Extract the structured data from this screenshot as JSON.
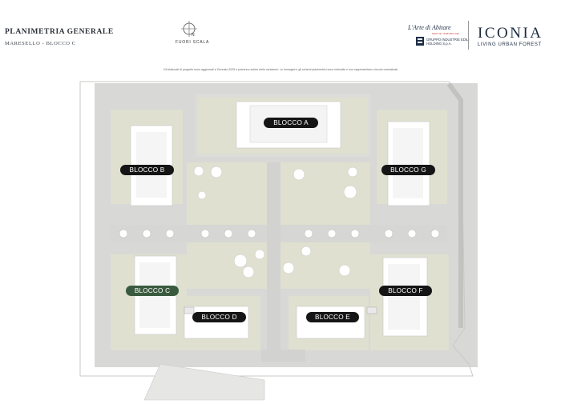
{
  "header": {
    "title": "PLANIMETRIA GENERALE",
    "subtitle": "MARESELLO - BLOCCO C",
    "scale_label": "FUORI SCALA"
  },
  "disclaimer": "Gli elaborati di progetto sono aggiornati a Gennaio 2025 e potranno subire delle variazioni. Le immagini e gli schemi planimetrici sono indicativi e non rappresentano vincolo contrattuale",
  "logos": {
    "arte_di_abitare": "L'Arte di Abitare",
    "arte_di_abitare_sub": "SERVIZI IMMOBILIARI",
    "gruppo": "GRUPPO INDUSTRIE EDILI HOLDING S.p.A.",
    "iconia": "ICONIA",
    "iconia_sub": "LIVING URBAN FOREST"
  },
  "blocks": {
    "a": "BLOCCO A",
    "b": "BLOCCO B",
    "c": "BLOCCO C",
    "d": "BLOCCO D",
    "e": "BLOCCO E",
    "f": "BLOCCO F",
    "g": "BLOCCO G"
  },
  "colors": {
    "label_bg": "#151515",
    "label_active_bg": "#3a5a3f",
    "lawn": "#dfe0cf",
    "paving": "#d4d4d2",
    "building": "#ffffff"
  }
}
